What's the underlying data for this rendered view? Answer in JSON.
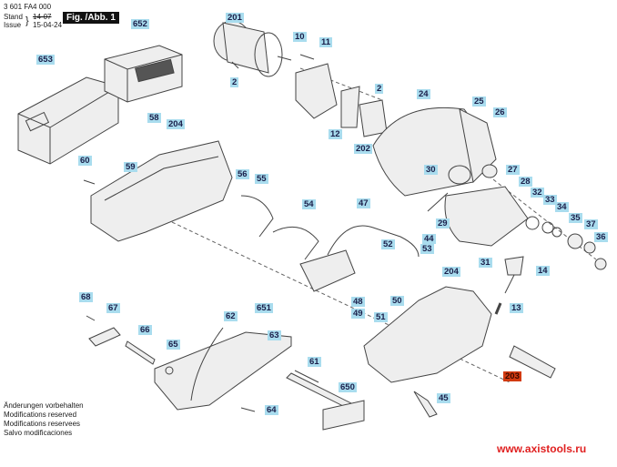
{
  "header": {
    "part_number": "3 601 FA4 000",
    "stand_label": "Stand",
    "issue_label": "Issue",
    "old_date": "14-07",
    "date": "15-04-24",
    "figure": "Fig. /Abb. 1"
  },
  "labels": [
    "652",
    "201",
    "10",
    "11",
    "653",
    "2",
    "2",
    "24",
    "25",
    "26",
    "58",
    "204",
    "12",
    "202",
    "60",
    "59",
    "30",
    "27",
    "56",
    "55",
    "28",
    "32",
    "33",
    "34",
    "35",
    "37",
    "47",
    "54",
    "29",
    "36",
    "52",
    "44",
    "53",
    "31",
    "204",
    "14",
    "68",
    "67",
    "651",
    "62",
    "48",
    "49",
    "51",
    "50",
    "13",
    "66",
    "65",
    "63",
    "61",
    "203",
    "650",
    "45",
    "64"
  ],
  "highlight_color": "#a9dcee",
  "highlight_part": "203",
  "highlight_part_color": "#d23a10",
  "notes": [
    "Änderungen vorbehalten",
    "Modifications reserved",
    "Modifications reservees",
    "Salvo modificaciones"
  ],
  "watermark": "www.axistools.ru"
}
